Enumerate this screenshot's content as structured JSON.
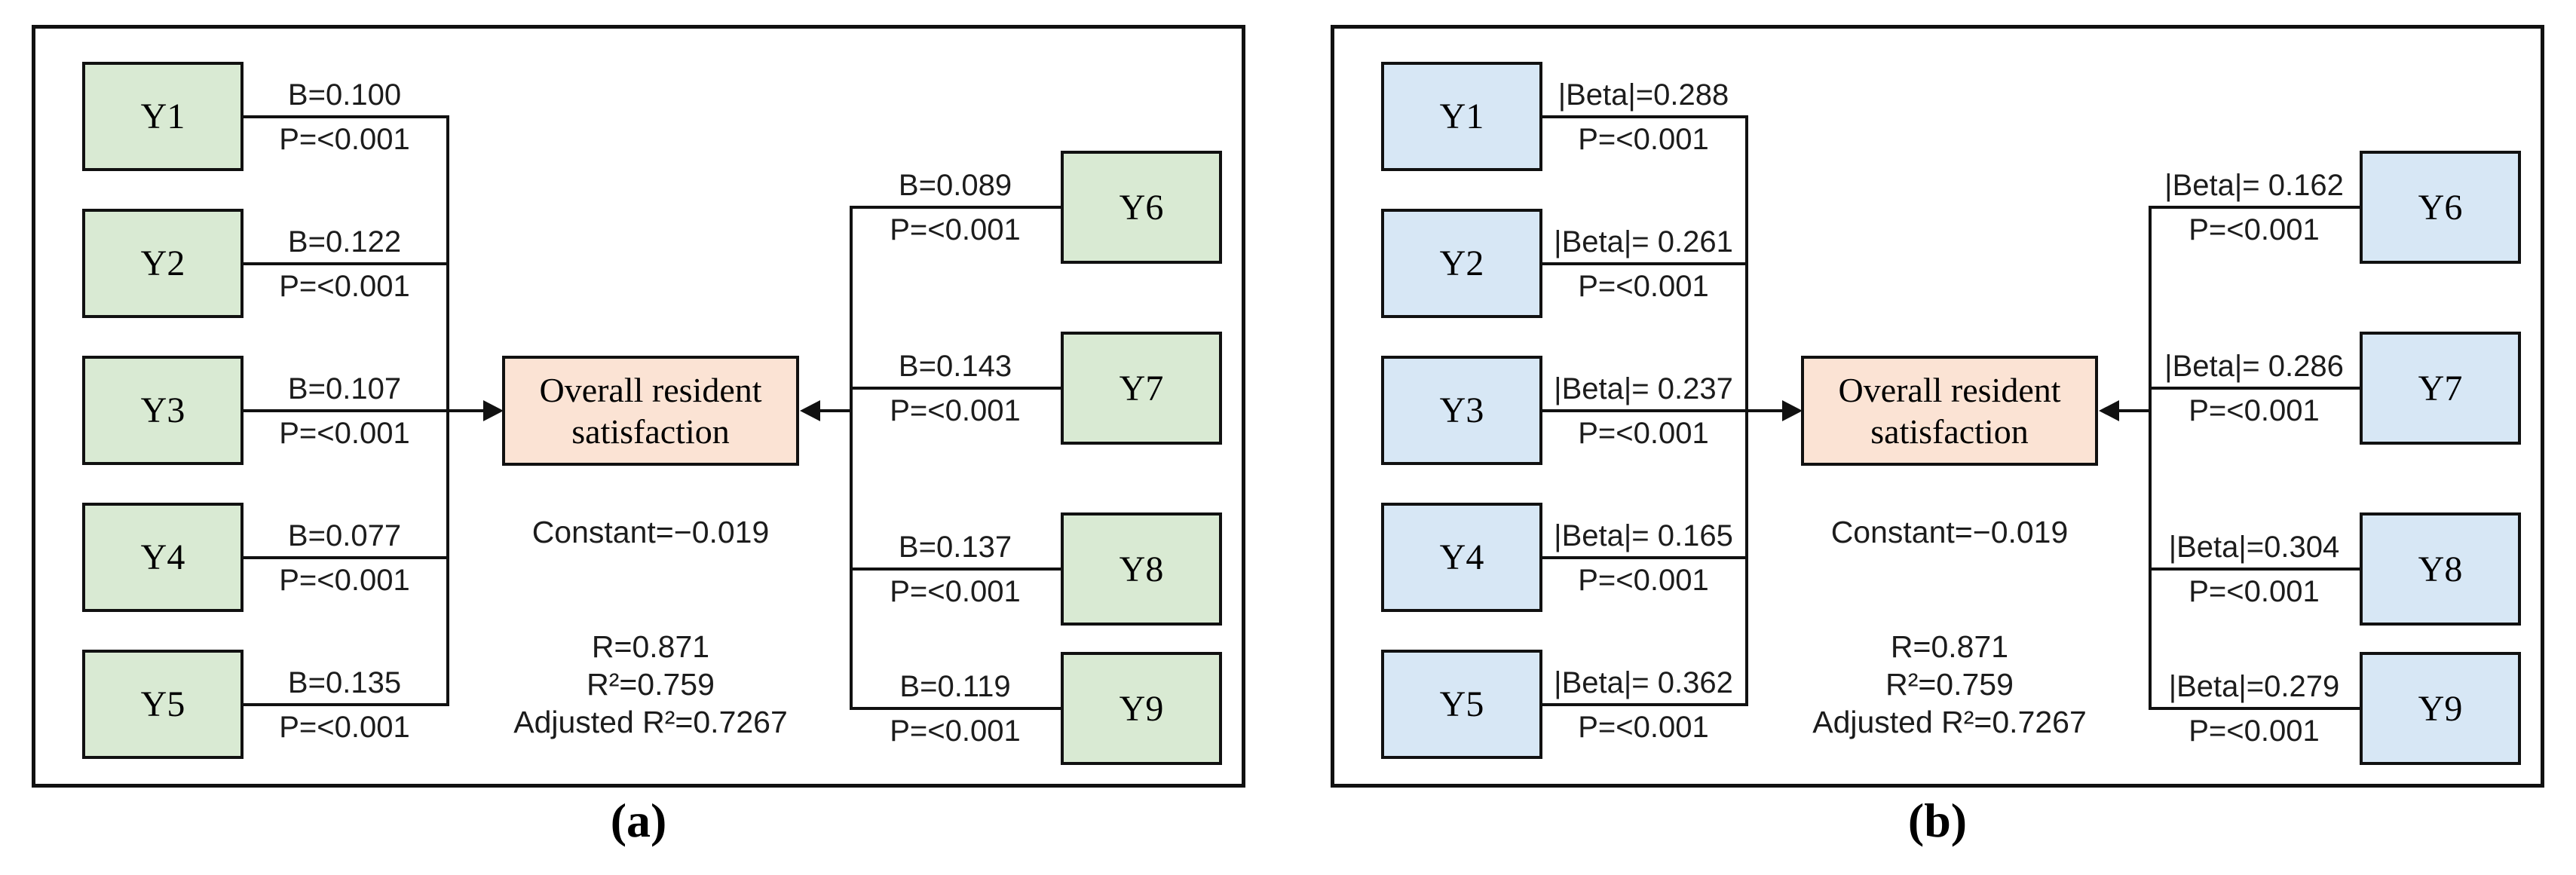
{
  "figure": {
    "colors": {
      "node_fill_panel_a": "#d9ead3",
      "node_fill_panel_b": "#d7e7f5",
      "center_box_fill": "#fbe3d4",
      "line_color": "#111111"
    },
    "panels": [
      {
        "caption": "(a)",
        "center_label": "Overall resident satisfaction",
        "constant_label": "Constant=−0.019",
        "stats": [
          "R=0.871",
          "R²=0.759",
          "Adjusted R²=0.7267"
        ],
        "left_nodes": [
          {
            "label": "Y1",
            "coef": "B=0.100",
            "p": "P=<0.001"
          },
          {
            "label": "Y2",
            "coef": "B=0.122",
            "p": "P=<0.001"
          },
          {
            "label": "Y3",
            "coef": "B=0.107",
            "p": "P=<0.001"
          },
          {
            "label": "Y4",
            "coef": "B=0.077",
            "p": "P=<0.001"
          },
          {
            "label": "Y5",
            "coef": "B=0.135",
            "p": "P=<0.001"
          }
        ],
        "right_nodes": [
          {
            "label": "Y6",
            "coef": "B=0.089",
            "p": "P=<0.001"
          },
          {
            "label": "Y7",
            "coef": "B=0.143",
            "p": "P=<0.001"
          },
          {
            "label": "Y8",
            "coef": "B=0.137",
            "p": "P=<0.001"
          },
          {
            "label": "Y9",
            "coef": "B=0.119",
            "p": "P=<0.001"
          }
        ]
      },
      {
        "caption": "(b)",
        "center_label": "Overall resident satisfaction",
        "constant_label": "Constant=−0.019",
        "stats": [
          "R=0.871",
          "R²=0.759",
          "Adjusted R²=0.7267"
        ],
        "left_nodes": [
          {
            "label": "Y1",
            "coef": "|Beta|=0.288",
            "p": "P=<0.001"
          },
          {
            "label": "Y2",
            "coef": "|Beta|= 0.261",
            "p": "P=<0.001"
          },
          {
            "label": "Y3",
            "coef": "|Beta|= 0.237",
            "p": "P=<0.001"
          },
          {
            "label": "Y4",
            "coef": "|Beta|= 0.165",
            "p": "P=<0.001"
          },
          {
            "label": "Y5",
            "coef": "|Beta|= 0.362",
            "p": "P=<0.001"
          }
        ],
        "right_nodes": [
          {
            "label": "Y6",
            "coef": "|Beta|= 0.162",
            "p": "P=<0.001"
          },
          {
            "label": "Y7",
            "coef": "|Beta|= 0.286",
            "p": "P=<0.001"
          },
          {
            "label": "Y8",
            "coef": "|Beta|=0.304",
            "p": "P=<0.001"
          },
          {
            "label": "Y9",
            "coef": "|Beta|=0.279",
            "p": "P=<0.001"
          }
        ]
      }
    ]
  }
}
